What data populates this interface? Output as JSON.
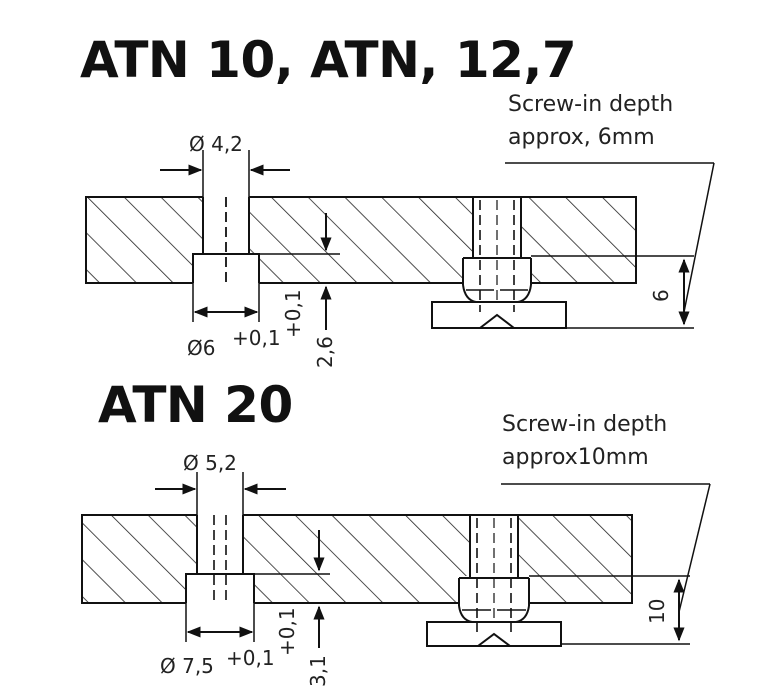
{
  "section1": {
    "title": "ATN 10, ATN, 12,7",
    "note_line1": "Screw-in depth",
    "note_line2": "approx, 6mm",
    "hole_diameter": "Ø 4,2",
    "counterbore_diameter": "Ø6",
    "tolerance": "+0,1",
    "tolerance_vertical": "+0,1",
    "counterbore_depth": "2,6",
    "screw_depth": "6"
  },
  "section2": {
    "title": "ATN 20",
    "note_line1": "Screw-in depth",
    "note_line2": "approx10mm",
    "hole_diameter": "Ø 5,2",
    "counterbore_diameter": "Ø 7,5",
    "tolerance": "+0,1",
    "tolerance_vertical": "+0,1",
    "counterbore_depth": "3,1",
    "screw_depth": "10"
  }
}
